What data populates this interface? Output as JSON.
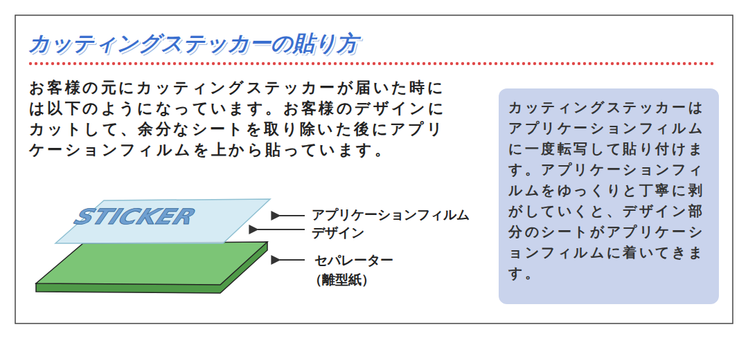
{
  "diagram": {
    "title": "カッティングステッカーの貼り方",
    "nodes": [
      {
        "text": [
          "カッティングステッカーはアプリケーションフィルムに一度転写して貼り付けます。アプリケーションフィルムをゆっくりと丁寧に剥がしていくと、デザイン部分のシートがアプリケーションフィルムに着いてきます。"
        ]
      }
    ],
    "labels": [
      "お客様の元にカッティングステッカーが届いた時には以下のようになっています。お客様のデザインにカットして、余分なシートを取り除いた後にアプリケーションフィルムを上から貼っています。",
      "STICKER",
      "アプリケーションフィルム",
      "デザイン",
      "セパレーター",
      "（離型紙）"
    ]
  }
}
